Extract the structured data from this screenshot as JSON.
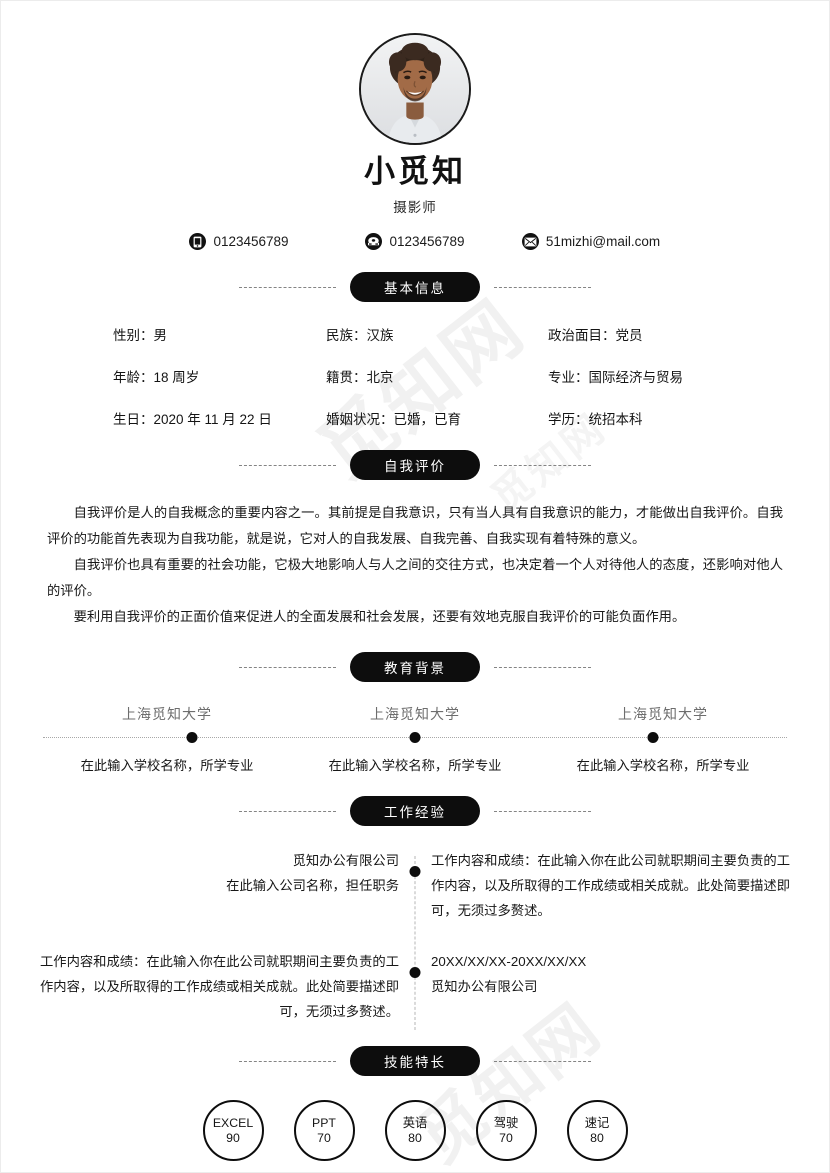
{
  "header": {
    "avatar_alt": "portrait-photo",
    "name": "小觅知",
    "job_title": "摄影师"
  },
  "contacts": [
    {
      "icon": "mobile-phone-icon",
      "value": "0123456789"
    },
    {
      "icon": "telephone-icon",
      "value": "0123456789"
    },
    {
      "icon": "email-icon",
      "value": "51mizhi@mail.com"
    }
  ],
  "sections": {
    "basic": "基本信息",
    "evaluation": "自我评价",
    "education": "教育背景",
    "work": "工作经验",
    "skills": "技能特长"
  },
  "basic_info": [
    "性别：男",
    "民族：汉族",
    "政治面目：党员",
    "年龄：18 周岁",
    "籍贯：北京",
    "专业：国际经济与贸易",
    "生日：2020 年 11 月 22 日",
    "婚姻状况：已婚，已育",
    "学历：统招本科"
  ],
  "evaluation_paragraphs": [
    "自我评价是人的自我概念的重要内容之一。其前提是自我意识，只有当人具有自我意识的能力，才能做出自我评价。自我评价的功能首先表现为自我功能，就是说，它对人的自我发展、自我完善、自我实现有着特殊的意义。",
    "自我评价也具有重要的社会功能，它极大地影响人与人之间的交往方式，也决定着一个人对待他人的态度，还影响对他人的评价。",
    "要利用自我评价的正面价值来促进人的全面发展和社会发展，还要有效地克服自我评价的可能负面作用。"
  ],
  "education": [
    {
      "school": "上海觅知大学",
      "desc": "在此输入学校名称，所学专业"
    },
    {
      "school": "上海觅知大学",
      "desc": "在此输入学校名称，所学专业"
    },
    {
      "school": "上海觅知大学",
      "desc": "在此输入学校名称，所学专业"
    }
  ],
  "work": [
    {
      "left_line1": "觅知办公有限公司",
      "left_line2": "在此输入公司名称，担任职务",
      "right": "工作内容和成绩：在此输入你在此公司就职期间主要负责的工作内容，以及所取得的工作成绩或相关成就。此处简要描述即可，无须过多赘述。"
    },
    {
      "left_line1": "工作内容和成绩：在此输入你在此公司就职期间主要负责的工作内容，以及所取得的工作成绩或相关成就。此处简要描述即可，无须过多赘述。",
      "right_line1": "20XX/XX/XX-20XX/XX/XX",
      "right_line2": "觅知办公有限公司"
    }
  ],
  "skills": [
    {
      "name": "EXCEL",
      "value": "90"
    },
    {
      "name": "PPT",
      "value": "70"
    },
    {
      "name": "英语",
      "value": "80"
    },
    {
      "name": "驾驶",
      "value": "70"
    },
    {
      "name": "速记",
      "value": "80"
    }
  ],
  "watermark": {
    "text": "觅知网"
  },
  "colors": {
    "accent": "#0d0d0d",
    "text": "#171717",
    "muted": "#6d6d6d",
    "dash": "#6f6f6f",
    "watermark": "#f1f1f1"
  }
}
